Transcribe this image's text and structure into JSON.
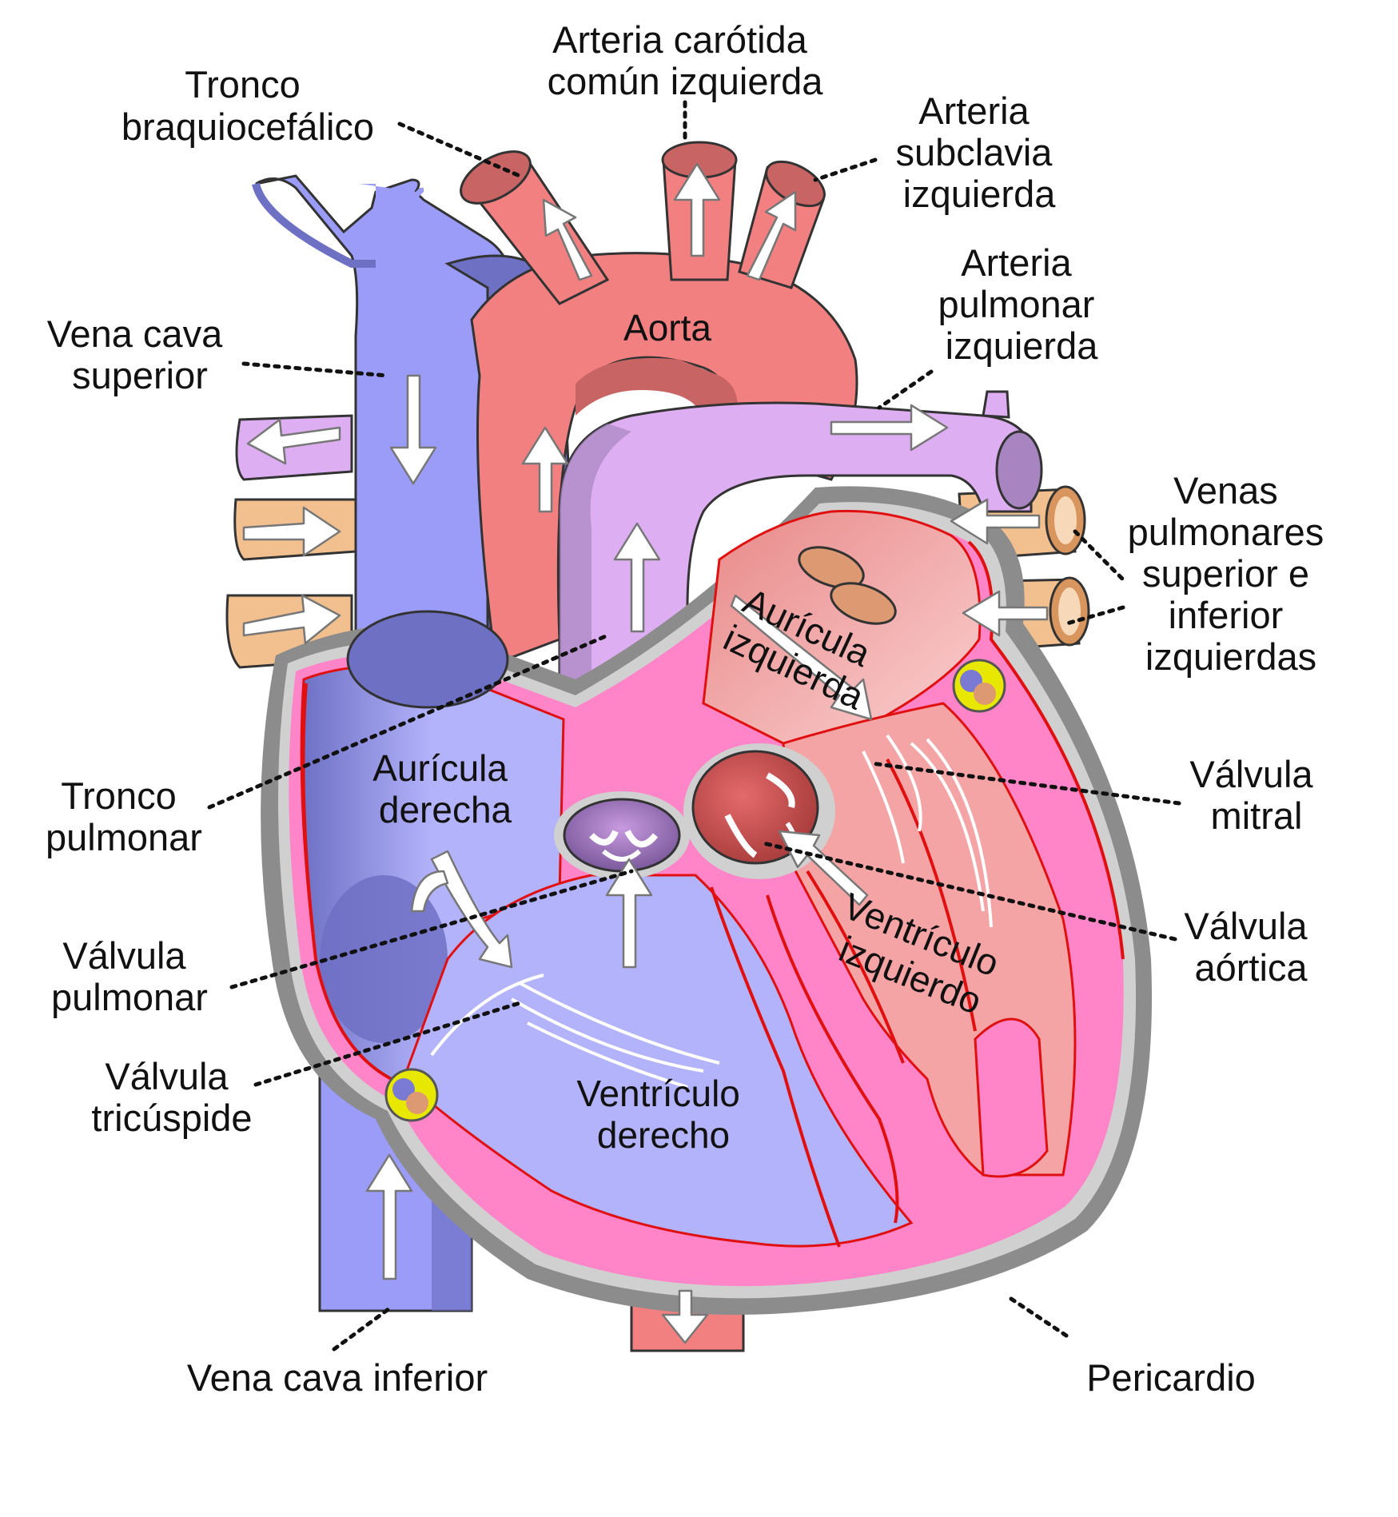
{
  "labels": {
    "brachiocephalic": [
      "Tronco",
      "braquiocefálico"
    ],
    "carotid": [
      "Arteria carótida",
      "común izquierda"
    ],
    "subclavian": [
      "Arteria",
      "subclavia",
      "izquierda"
    ],
    "pulmonary_artery_left": [
      "Arteria",
      "pulmonar",
      "izquierda"
    ],
    "superior_vena_cava": [
      "Vena cava",
      "superior"
    ],
    "aorta": "Aorta",
    "pulmonary_veins": [
      "Venas",
      "pulmonares",
      "superior e",
      "inferior",
      "izquierdas"
    ],
    "left_atrium": [
      "Aurícula",
      "izquierda"
    ],
    "mitral_valve": [
      "Válvula",
      "mitral"
    ],
    "pulmonary_trunk": [
      "Tronco",
      "pulmonar"
    ],
    "right_atrium": [
      "Aurícula",
      "derecha"
    ],
    "aortic_valve": [
      "Válvula",
      "aórtica"
    ],
    "left_ventricle": [
      "Ventrículo",
      "izquierdo"
    ],
    "pulmonary_valve": [
      "Válvula",
      "pulmonar"
    ],
    "tricuspid_valve": [
      "Válvula",
      "tricúspide"
    ],
    "right_ventricle": [
      "Ventrículo",
      "derecho"
    ],
    "inferior_vena_cava": "Vena cava inferior",
    "pericardium": "Pericardio"
  },
  "colors": {
    "vein_blue": "#9a9cf8",
    "vein_blue_dark": "#6e70c4",
    "artery_red": "#f28080",
    "artery_red_dark": "#c96464",
    "pulmonary_lilac": "#ddaef2",
    "pulmonary_lilac_dark": "#a885c0",
    "pulm_vein_orange": "#f2c08e",
    "myocardium_pink": "#ff85c8",
    "right_chamber": "#b3b3fb",
    "left_chamber": "#f4a4a4",
    "pericardium_gray": "#8c8c8c",
    "outline_red": "#e01010"
  }
}
